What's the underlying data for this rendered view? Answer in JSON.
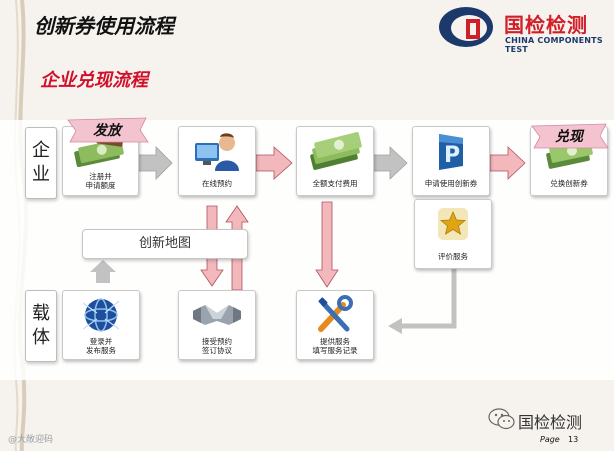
{
  "slide": {
    "title": "创新券使用流程",
    "subtitle": "企业兑现流程",
    "brand_cn": "国检检测",
    "brand_en": "CHINA COMPONENTS TEST",
    "footer_brand": "国检检测",
    "page_label": "Page",
    "page_number": "13",
    "weibo_watermark": "@大敞迎码"
  },
  "diagram": {
    "lanes": [
      {
        "chars": [
          "企",
          "业"
        ]
      },
      {
        "chars": [
          "载",
          "体"
        ]
      }
    ],
    "ribbons": {
      "issue": "发放",
      "redeem": "兑现"
    },
    "map_label": "创新地图",
    "nodes": {
      "register": {
        "lines": [
          "注册并",
          "申请额度"
        ],
        "icon": "money-stack-icon"
      },
      "online_booking": {
        "lines": [
          "在线预约"
        ],
        "icon": "user-computer-icon"
      },
      "full_payment": {
        "lines": [
          "全额支付费用"
        ],
        "icon": "money-stack-icon"
      },
      "apply_voucher": {
        "lines": [
          "申请使用创新券"
        ],
        "icon": "blue-p-logo-icon"
      },
      "redeem_voucher": {
        "lines": [
          "兑换创新券"
        ],
        "icon": "money-stack-icon"
      },
      "rate_service": {
        "lines": [
          "评价服务"
        ],
        "icon": "gold-star-icon"
      },
      "login_publish": {
        "lines": [
          "登录并",
          "发布服务"
        ],
        "icon": "globe-icon"
      },
      "accept_booking": {
        "lines": [
          "接受预约",
          "签订协议"
        ],
        "icon": "handshake-icon"
      },
      "provide_service": {
        "lines": [
          "提供服务",
          "填写服务记录"
        ],
        "icon": "tools-icon"
      }
    },
    "colors": {
      "pink_arrow": "#f2b8bc",
      "gray_arrow": "#c2c2c2",
      "title_red": "#d0102a",
      "brand_red": "#d11f2a",
      "brand_navy": "#1b3a6b"
    }
  }
}
